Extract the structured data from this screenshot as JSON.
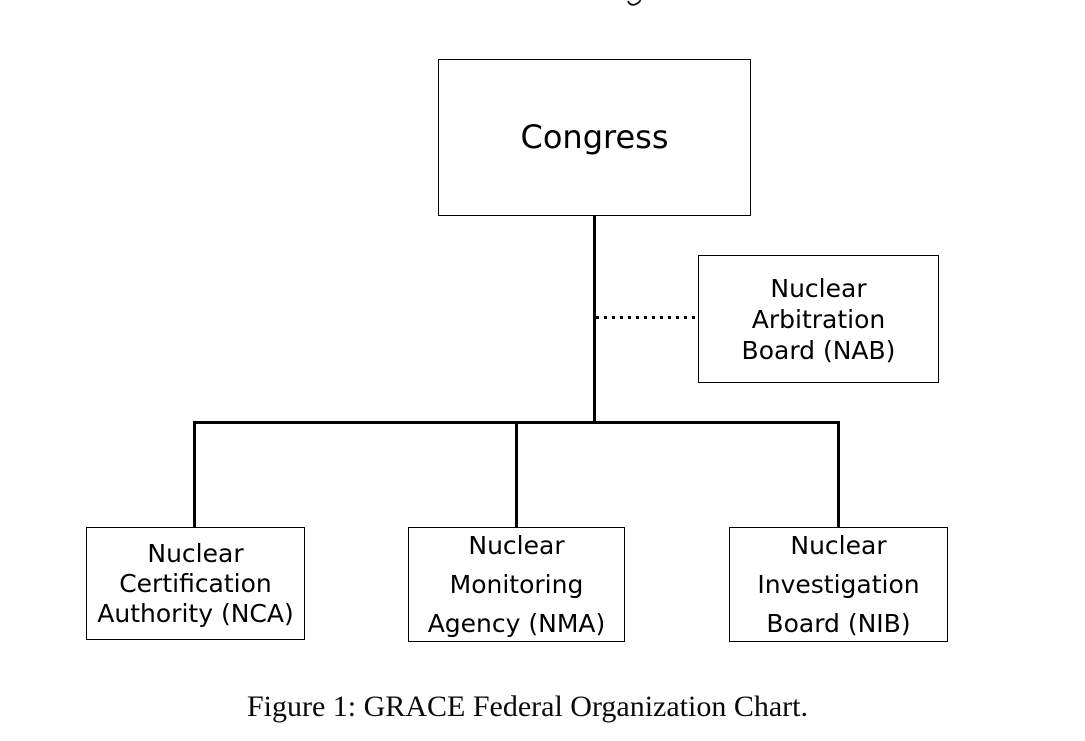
{
  "page": {
    "background_color": "#ffffff",
    "line_color": "#000000"
  },
  "chart": {
    "type": "org-chart",
    "root": {
      "label": "Congress"
    },
    "advisory_node": {
      "label": "Nuclear Arbitration Board (NAB)",
      "lines": [
        "Nuclear",
        "Arbitration",
        "Board (NAB)"
      ],
      "connection_style": "dotted"
    },
    "subordinates": [
      {
        "label": "Nuclear Certification Authority (NCA)",
        "lines": [
          "Nuclear",
          "Certification",
          "Authority (NCA)"
        ]
      },
      {
        "label": "Nuclear Monitoring Agency (NMA)",
        "lines": [
          "Nuclear",
          "Monitoring",
          "Agency (NMA)"
        ]
      },
      {
        "label": "Nuclear Investigation Board (NIB)",
        "lines": [
          "Nuclear",
          "Investigation",
          "Board (NIB)"
        ]
      }
    ]
  },
  "caption": {
    "text": "Figure 1: GRACE Federal Organization Chart."
  }
}
